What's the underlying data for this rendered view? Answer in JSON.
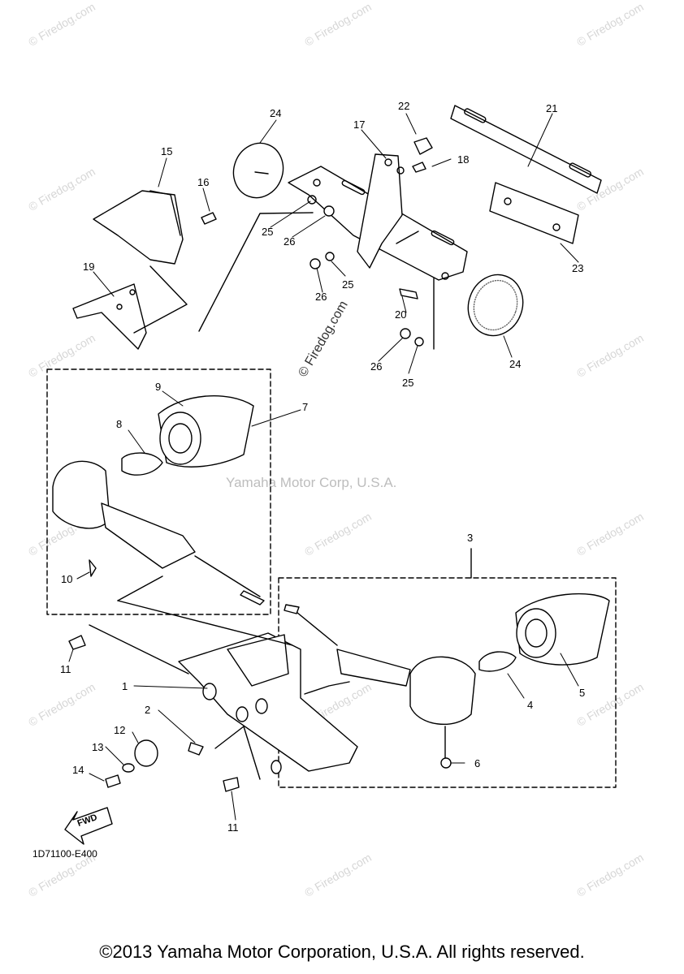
{
  "watermark": "© Firedog.com",
  "center_watermark": "Yamaha Motor Corp, U.S.A.",
  "inline_watermark": "© Firedog.com",
  "diagram_code": "1D71100-E400",
  "fwd_label": "FWD",
  "copyright": "©2013 Yamaha Motor Corporation, U.S.A. All rights reserved.",
  "parts": {
    "p1": "1",
    "p2": "2",
    "p3": "3",
    "p4": "4",
    "p5": "5",
    "p6": "6",
    "p7": "7",
    "p8": "8",
    "p9": "9",
    "p10": "10",
    "p11a": "11",
    "p11b": "11",
    "p12": "12",
    "p13": "13",
    "p14": "14",
    "p15": "15",
    "p16": "16",
    "p17": "17",
    "p18": "18",
    "p19": "19",
    "p20": "20",
    "p21": "21",
    "p22": "22",
    "p23": "23",
    "p24a": "24",
    "p24b": "24",
    "p25a": "25",
    "p25b": "25",
    "p25c": "25",
    "p26a": "26",
    "p26b": "26",
    "p26c": "26"
  }
}
